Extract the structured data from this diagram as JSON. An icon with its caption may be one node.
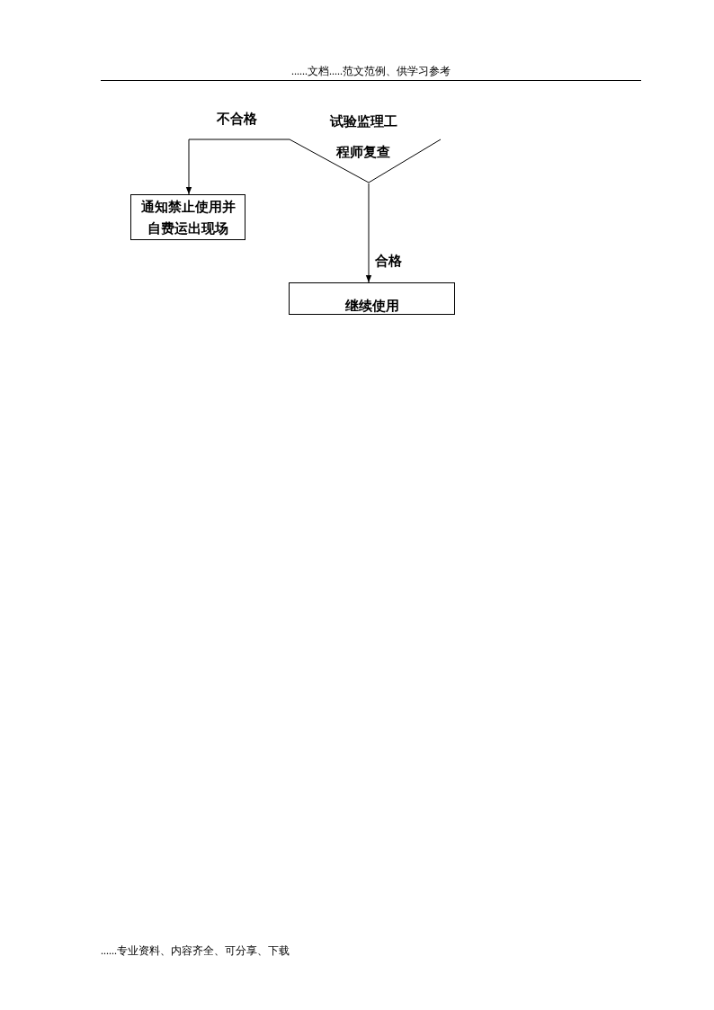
{
  "diagram": {
    "nodes": [
      {
        "text": [
          "试验监理工程师复查"
        ]
      },
      {
        "text": [
          "通知禁止使用并自费运出现场"
        ]
      },
      {
        "text": [
          "继续使用"
        ]
      }
    ],
    "edges": [
      {
        "from": 0,
        "to": 1,
        "arrow": "to",
        "label": "不合格"
      },
      {
        "from": 0,
        "to": 2,
        "arrow": "to",
        "label": "合格"
      }
    ],
    "labels": [
      "......文档.....范文范例、供学习参考",
      "......专业资料、内容齐全、可分享、下载"
    ]
  }
}
